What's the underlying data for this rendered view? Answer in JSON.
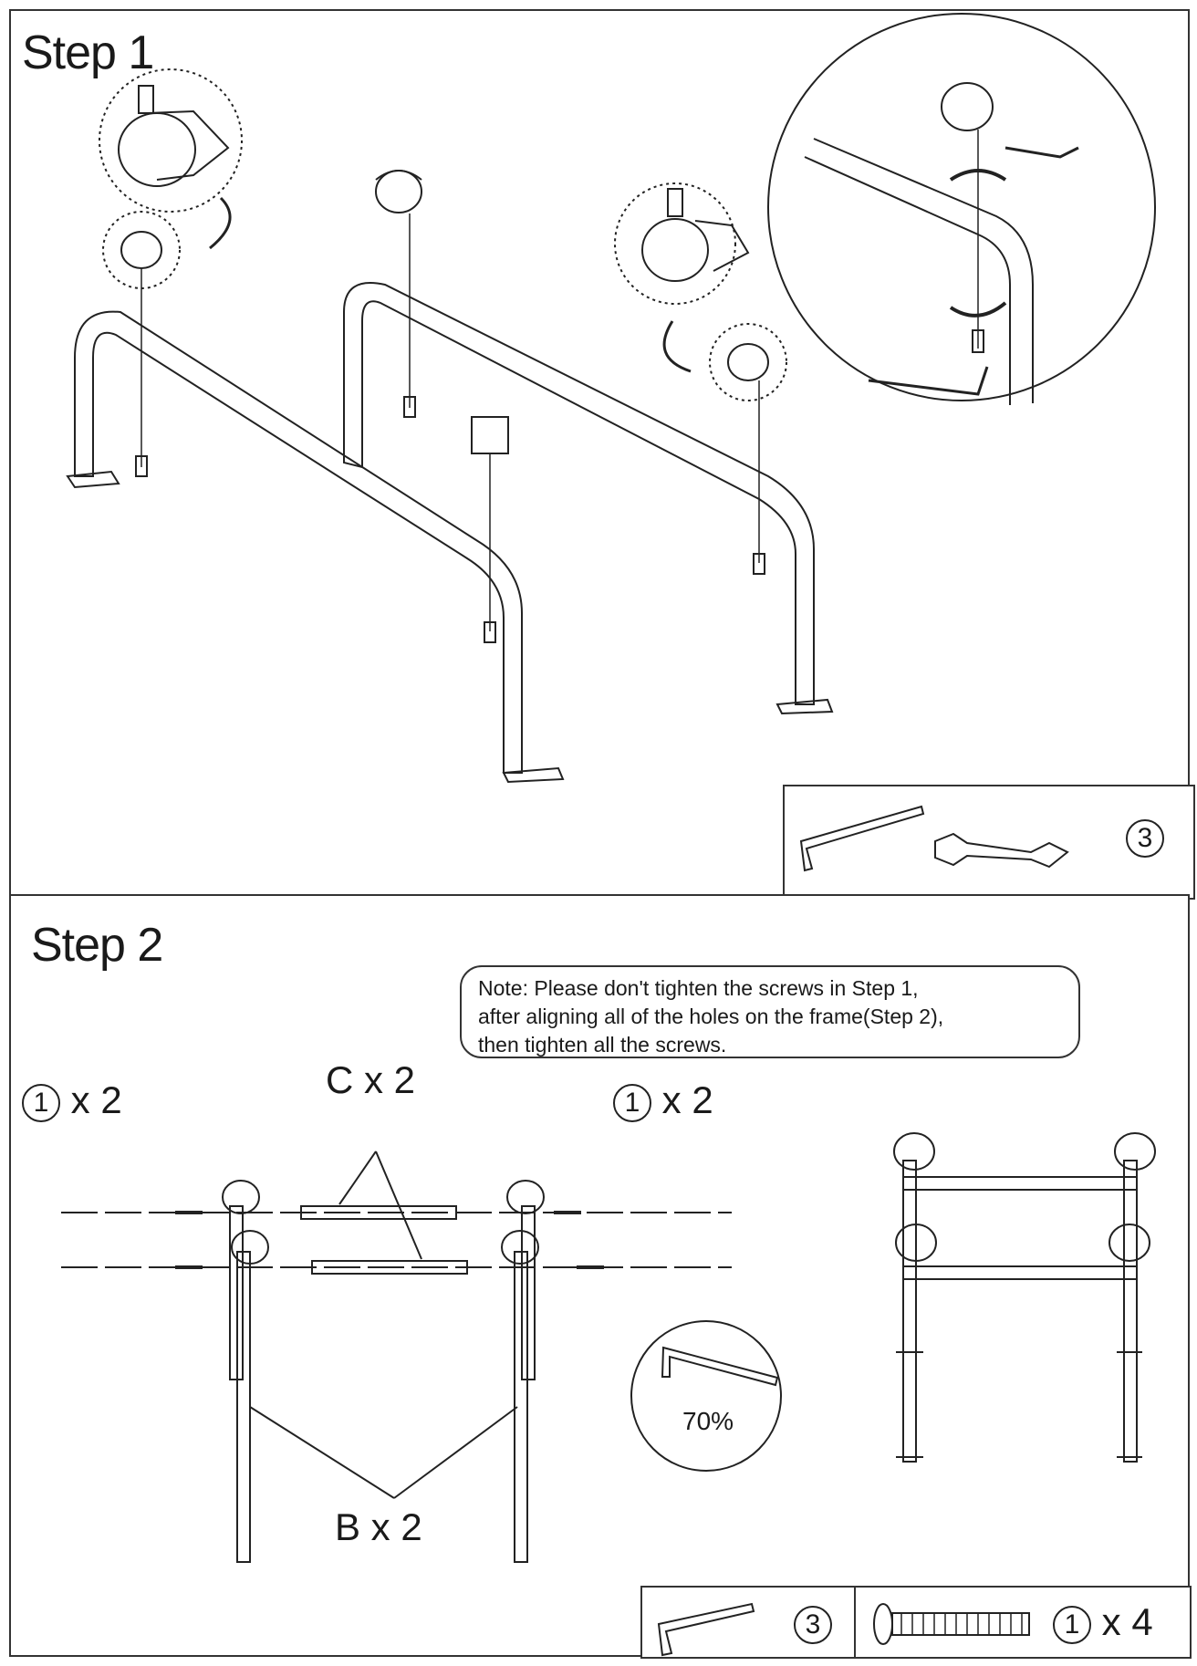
{
  "step1": {
    "title": "Step 1",
    "tool_ref": "3"
  },
  "step2": {
    "title": "Step 2",
    "note": [
      "Note: Please don't tighten the screws in Step 1,",
      "after aligning all of the holes on the frame(Step 2),",
      "then tighten all the screws."
    ],
    "label_c": "C x 2",
    "label_b": "B x 2",
    "left_screws": {
      "ref": "1",
      "qty": "x 2"
    },
    "right_screws": {
      "ref": "1",
      "qty": "x 2"
    },
    "wrench_percent": "70%",
    "tool_ref": "3",
    "bolt_ref": "1",
    "bolt_qty": "x 4"
  }
}
